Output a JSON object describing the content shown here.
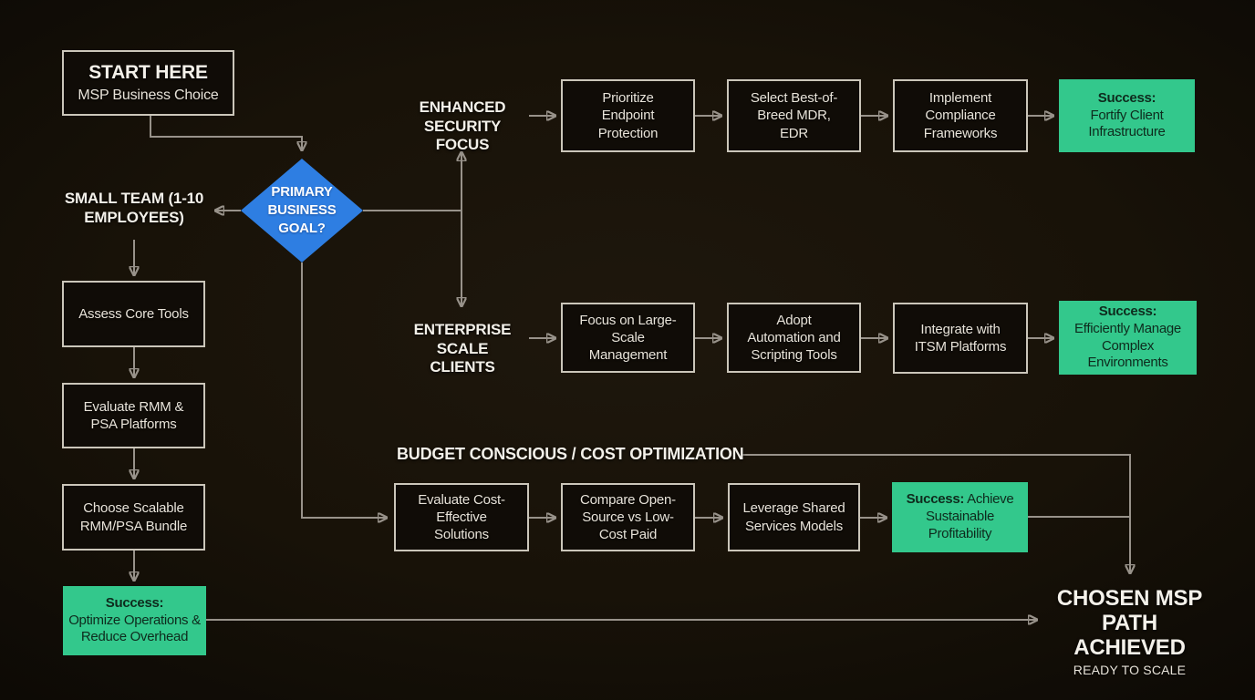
{
  "colors": {
    "bg_center": "#1e170d",
    "bg_mid": "#181208",
    "bg_edge": "#0d0a05",
    "box_border": "#cbc6ba",
    "box_bg": "#100c07",
    "text": "#e8e3d9",
    "label": "#f3f0e9",
    "wire": "#98928a",
    "green": "#33c88c",
    "green_text": "#0e2b1d",
    "blue": "#2e7ee2"
  },
  "start": {
    "title": "START HERE",
    "subtitle": "MSP Business Choice"
  },
  "decision": {
    "label": "PRIMARY BUSINESS GOAL?"
  },
  "branches": {
    "small_team": {
      "label": "SMALL TEAM (1-10 EMPLOYEES)",
      "steps": [
        "Assess Core Tools",
        "Evaluate RMM & PSA Platforms",
        "Choose Scalable RMM/PSA Bundle"
      ],
      "success": {
        "strong": "Success:",
        "rest": "Optimize Operations & Reduce Overhead"
      }
    },
    "security": {
      "label": "ENHANCED SECURITY FOCUS",
      "steps": [
        "Prioritize Endpoint Protection",
        "Select Best-of-Breed MDR, EDR",
        "Implement Compliance Frameworks"
      ],
      "success": {
        "strong": "Success:",
        "rest": "Fortify Client Infrastructure"
      }
    },
    "enterprise": {
      "label": "ENTERPRISE SCALE CLIENTS",
      "steps": [
        "Focus on Large-Scale Management",
        "Adopt Automation and Scripting Tools",
        "Integrate with ITSM Platforms"
      ],
      "success": {
        "strong": "Success:",
        "rest": "Efficiently Manage Complex Environments"
      }
    },
    "budget": {
      "label": "BUDGET CONSCIOUS / COST OPTIMIZATION",
      "steps": [
        "Evaluate Cost-Effective Solutions",
        "Compare Open-Source vs Low-Cost Paid",
        "Leverage Shared Services Models"
      ],
      "success": {
        "strong": "Success:",
        "rest": "Achieve Sustainable Profitability"
      }
    }
  },
  "end": {
    "title": "CHOSEN MSP PATH ACHIEVED",
    "subtitle": "READY TO SCALE"
  }
}
